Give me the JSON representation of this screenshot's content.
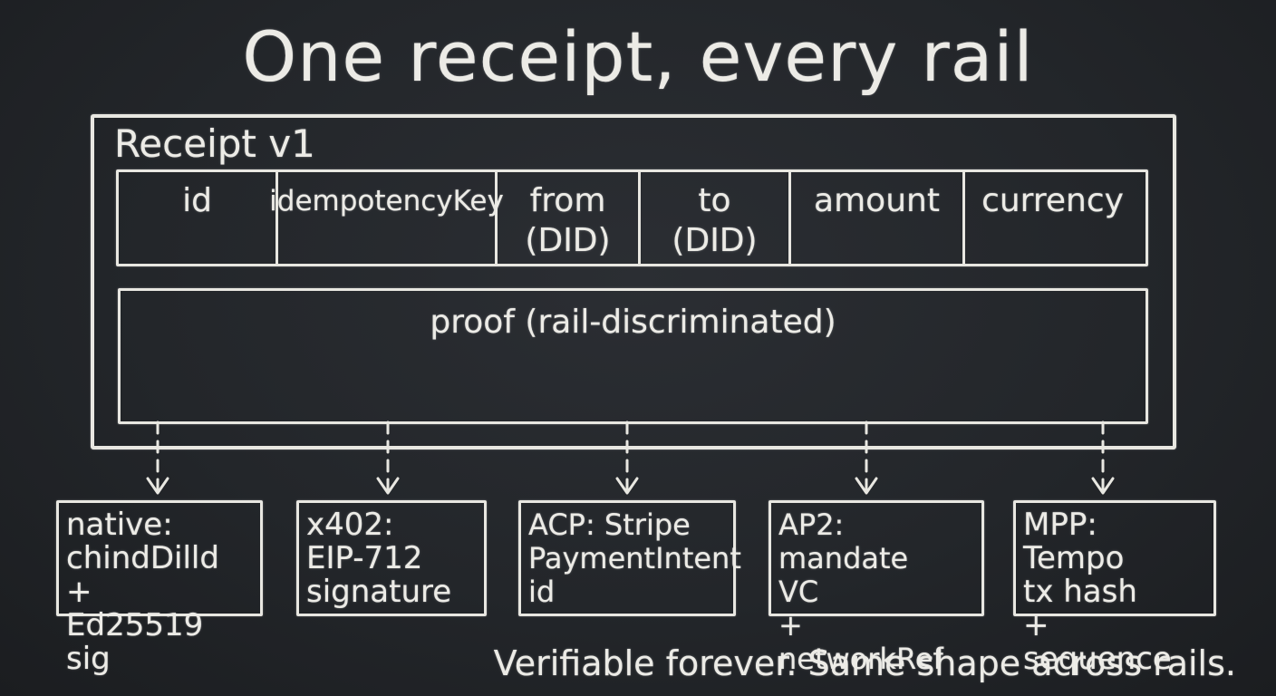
{
  "title": "One receipt, every rail",
  "receipt": {
    "label": "Receipt v1",
    "fields": [
      {
        "label": "id"
      },
      {
        "label": "idempotencyKey"
      },
      {
        "label": "from\n(DID)"
      },
      {
        "label": "to\n(DID)"
      },
      {
        "label": "amount"
      },
      {
        "label": "currency"
      }
    ],
    "proof_label": "proof (rail-discriminated)"
  },
  "rails": [
    {
      "text": "native:\nchindDilld +\nEd25519 sig"
    },
    {
      "text": "x402:\nEIP-712\nsignature"
    },
    {
      "text": "ACP: Stripe\nPaymentIntent\nid"
    },
    {
      "text": "AP2: mandate\nVC\n+ networkRef"
    },
    {
      "text": "MPP: Tempo\ntx hash\n+ sequence"
    }
  ],
  "footer": "Verifiable forever. Same shape across rails."
}
